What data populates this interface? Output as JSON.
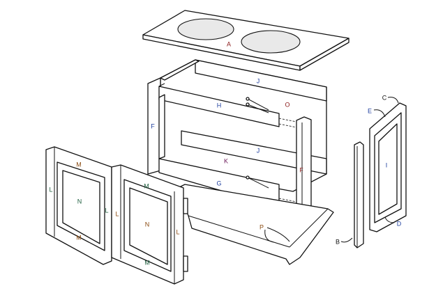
{
  "title": "Cabinet exploded assembly diagram",
  "labels": {
    "A": "A",
    "J_top": "J",
    "O": "O",
    "H": "H",
    "F_left": "F",
    "F_right": "F",
    "J_bottom": "J",
    "K": "K",
    "G": "G",
    "M_1": "M",
    "L_1": "L",
    "N_1": "N",
    "M_2": "M",
    "L_2": "L",
    "L_3": "L",
    "M_3": "M",
    "N_2": "N",
    "L_4": "L",
    "M_4": "M",
    "P": "P",
    "B": "B",
    "C": "C",
    "E": "E",
    "I": "I",
    "D": "D"
  },
  "colors": {
    "red": "#8b1a1a",
    "blue": "#1f3f9f",
    "purple": "#6b1a5a",
    "green": "#1f5f3f",
    "brown": "#8a4a10"
  }
}
